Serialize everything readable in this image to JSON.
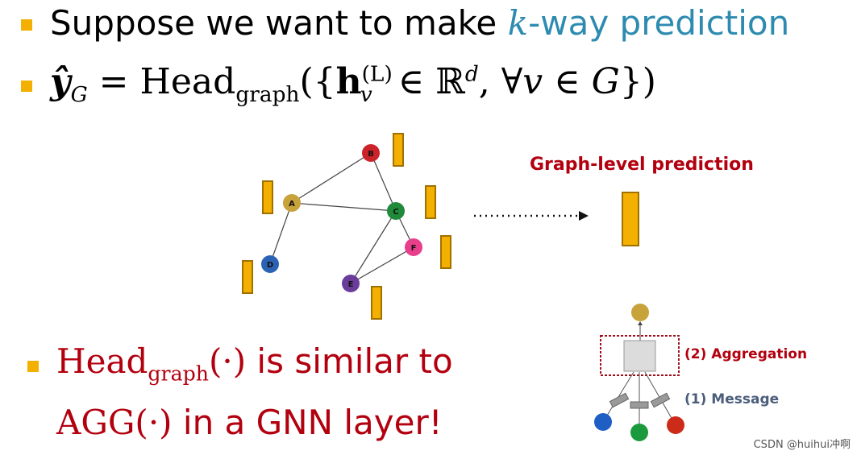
{
  "slide": {
    "line1": {
      "text": "Suppose we want to make ",
      "k": "k",
      "rest": "-way prediction"
    },
    "line2": {
      "yhat": "ŷ",
      "yhat_sub": "G",
      "eq": " = ",
      "head": "Head",
      "head_sub": "graph",
      "open": "({",
      "h": "h",
      "h_sub": "v",
      "h_sup": "(L)",
      "in": " ∈ ",
      "R": "ℝ",
      "R_sup": "d",
      "forall": ", ∀",
      "v": "v",
      "in2": " ∈ ",
      "G": "G",
      "close": "})"
    },
    "line3": {
      "head": "Head",
      "head_sub": "graph",
      "dot": "(·)",
      "text": " is similar to"
    },
    "line4": {
      "agg": "AGG(·)",
      "text": " in a GNN layer!"
    }
  },
  "graph": {
    "nodes": [
      {
        "id": "A",
        "label": "A",
        "color": "#c8a23a"
      },
      {
        "id": "B",
        "label": "B",
        "color": "#cc2229"
      },
      {
        "id": "C",
        "label": "C",
        "color": "#1f8a3a"
      },
      {
        "id": "D",
        "label": "D",
        "color": "#2b63b4"
      },
      {
        "id": "E",
        "label": "E",
        "color": "#6a3d9a"
      },
      {
        "id": "F",
        "label": "F",
        "color": "#e83e8c"
      }
    ],
    "edges": [
      [
        "A",
        "B"
      ],
      [
        "A",
        "C"
      ],
      [
        "B",
        "C"
      ],
      [
        "A",
        "D"
      ],
      [
        "C",
        "E"
      ],
      [
        "C",
        "F"
      ],
      [
        "E",
        "F"
      ]
    ]
  },
  "prediction_label": "Graph-level prediction",
  "diagram": {
    "aggregation_label": "(2) Aggregation",
    "message_label": "(1) Message"
  },
  "watermark": "CSDN @huihui冲啊",
  "colors": {
    "accent": "#f4b000",
    "red_text": "#b3000f",
    "teal": "#2e8bb0",
    "label_gray": "#4b5d7a"
  }
}
